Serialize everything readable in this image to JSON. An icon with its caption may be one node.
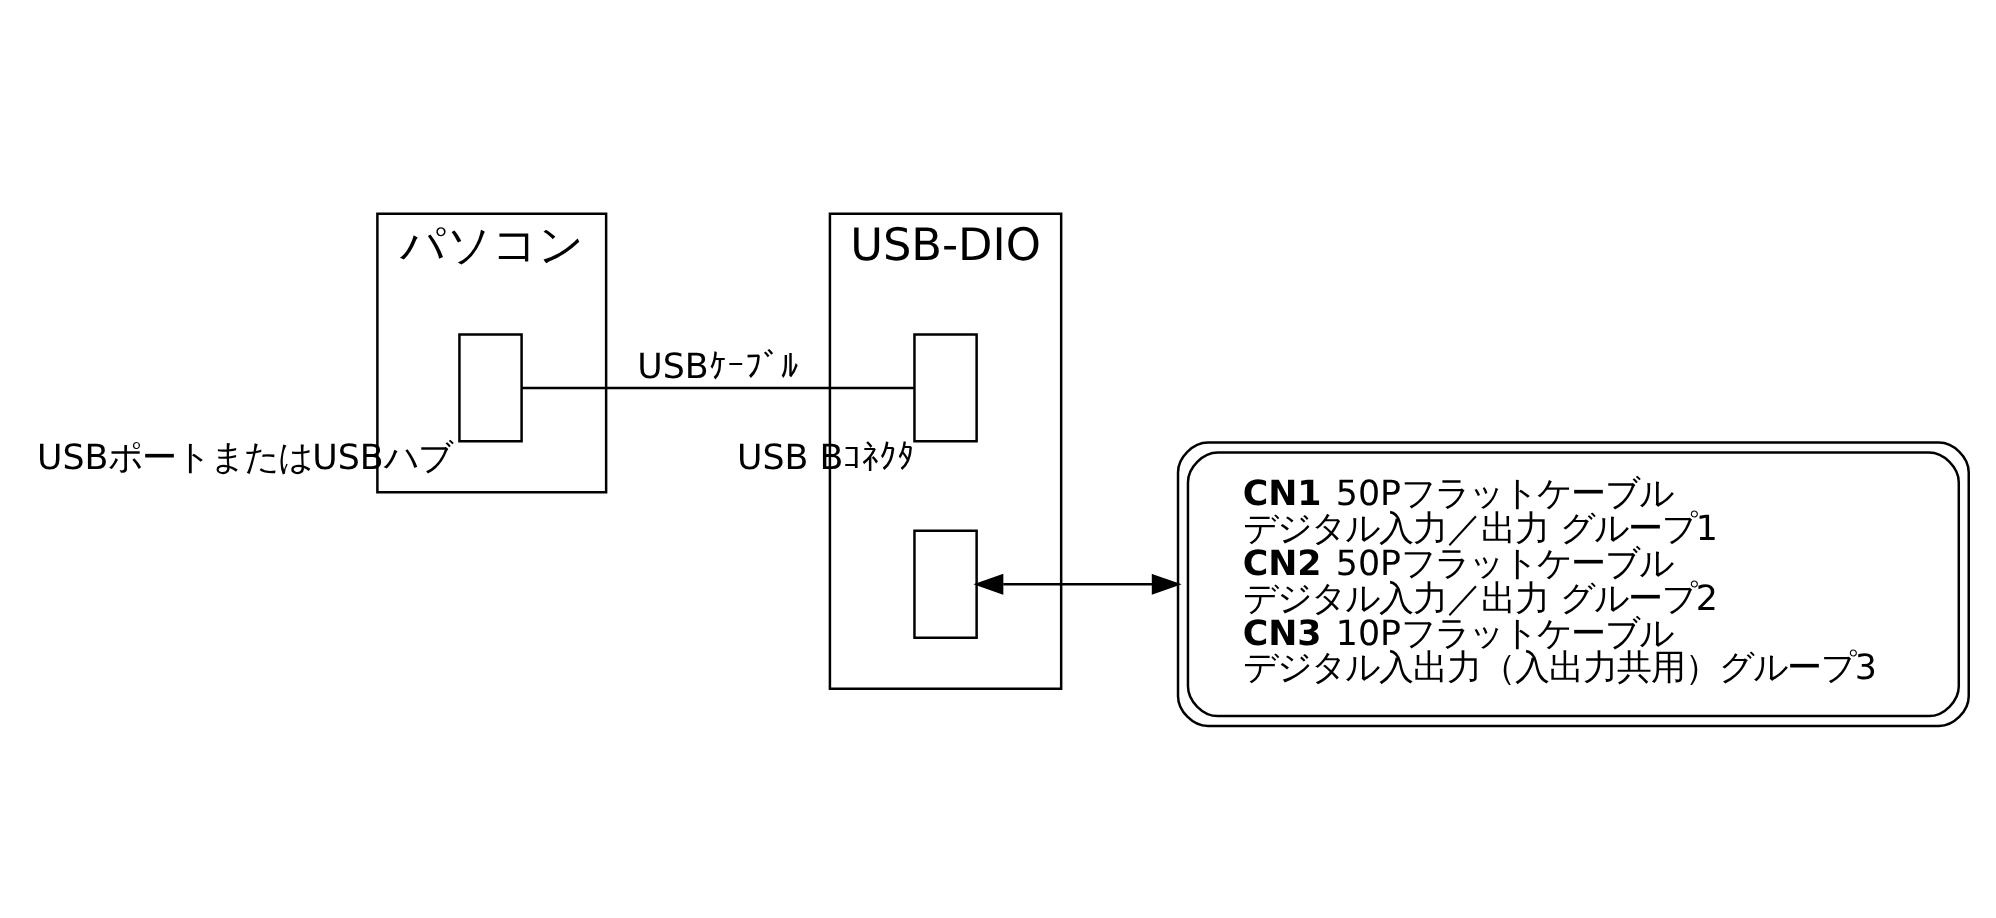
{
  "diagram": {
    "nodes": [
      {
        "text": [
          "パソコン"
        ]
      },
      {
        "text": [],
        "shape": "box",
        "in": 0,
        "beside": [
          "USBポートまたはUSBハブ"
        ]
      },
      {
        "text": [
          "USB-DIO"
        ]
      },
      {
        "text": [],
        "shape": "box",
        "in": 2,
        "beside": [
          "USB Bｺﾈｸﾀ"
        ]
      },
      {
        "text": [],
        "shape": "box",
        "in": 2
      },
      {
        "text": [
          "**CN1** 50Pフラットケーブル",
          "デジタル入力／出力 グループ1",
          "**CN2** 50Pフラットケーブル",
          "デジタル入力／出力 グループ2",
          "**CN3** 10Pフラットケーブル",
          "デジタル入出力（入出力共用）グループ3"
        ]
      }
    ],
    "edges": [
      {
        "from": 1,
        "to": 3,
        "arrow": "none",
        "label": "USBｹｰﾌﾞﾙ"
      },
      {
        "from": 4,
        "to": 5,
        "arrow": "both"
      }
    ]
  }
}
